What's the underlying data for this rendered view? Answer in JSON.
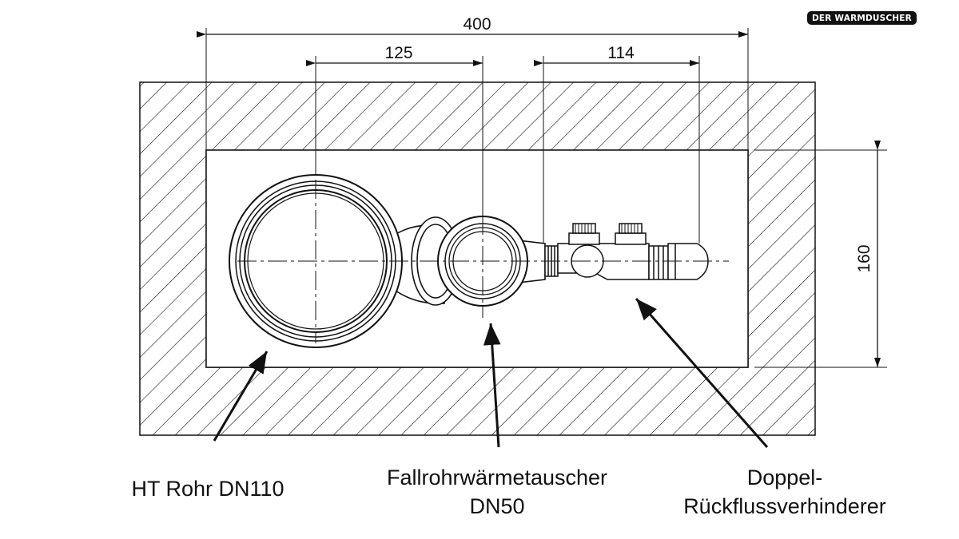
{
  "brand": {
    "logo_text": "DER WARMDUSCHER"
  },
  "dimensions": {
    "overall_width": "400",
    "pipe_spacing": "125",
    "valve_spacing": "114",
    "niche_depth": "160"
  },
  "labels": {
    "ht_pipe": "HT Rohr DN110",
    "heat_exchanger_line1": "Fallrohrwärmetauscher",
    "heat_exchanger_line2": "DN50",
    "check_valve_line1": "Doppel-",
    "check_valve_line2": "Rückflussverhinderer"
  },
  "colors": {
    "line": "#111111",
    "background": "#ffffff",
    "logo_bg": "#111111",
    "logo_text": "#ffffff"
  }
}
